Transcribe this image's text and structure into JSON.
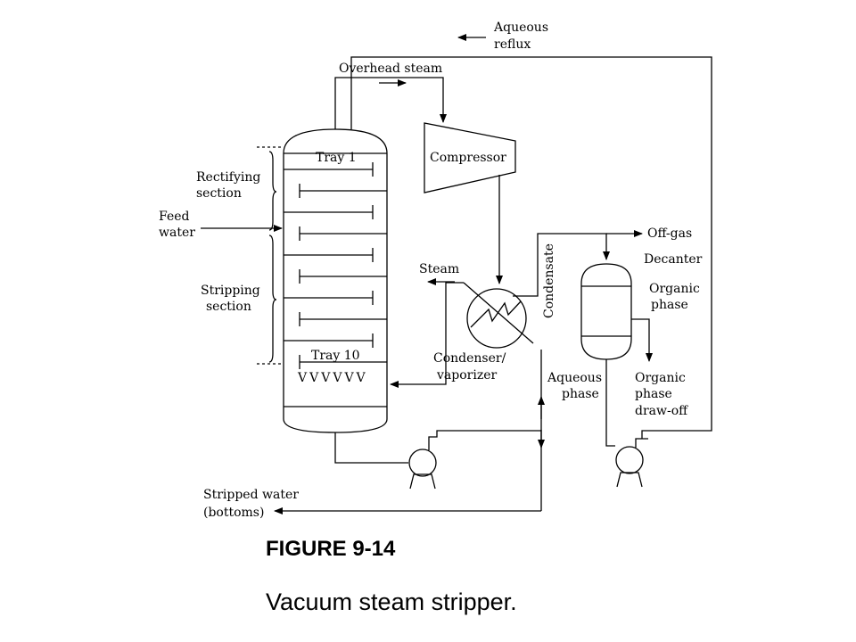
{
  "labels": {
    "aqueous_reflux_1": "Aqueous",
    "aqueous_reflux_2": "reflux",
    "overhead_steam": "Overhead steam",
    "compressor": "Compressor",
    "tray_1": "Tray 1",
    "rectifying_1": "Rectifying",
    "rectifying_2": "section",
    "feed_1": "Feed",
    "feed_2": "water",
    "stripping_1": "Stripping",
    "stripping_2": "section",
    "tray_10": "Tray 10",
    "vees": "VVVVVV",
    "steam": "Steam",
    "condensate": "Condensate",
    "offgas": "Off-gas",
    "decanter": "Decanter",
    "organic_phase_1": "Organic",
    "organic_phase_2": "phase",
    "condenser_1": "Condenser/",
    "condenser_2": "vaporizer",
    "aqueous_phase_1": "Aqueous",
    "aqueous_phase_2": "phase",
    "drawoff_1": "Organic",
    "drawoff_2": "phase",
    "drawoff_3": "draw-off",
    "stripped_1": "Stripped water",
    "stripped_2": "(bottoms)"
  },
  "caption": {
    "figure": "FIGURE 9-14",
    "title": "Vacuum steam stripper."
  }
}
